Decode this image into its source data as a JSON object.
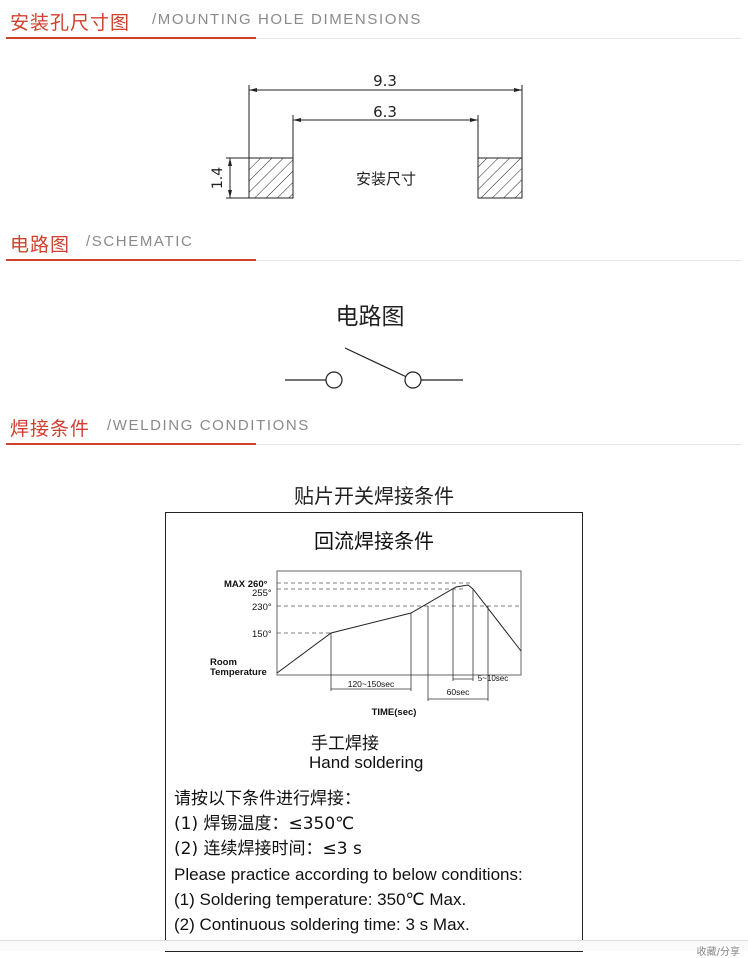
{
  "sections": [
    {
      "title_cn": "安装孔尺寸图",
      "title_en": "/MOUNTING HOLE DIMENSIONS"
    },
    {
      "title_cn": "电路图",
      "title_en": "/SCHEMATIC"
    },
    {
      "title_cn": "焊接条件",
      "title_en": "/WELDING CONDITIONS"
    }
  ],
  "mounting": {
    "dim_outer": "9.3",
    "dim_inner": "6.3",
    "dim_height": "1.4",
    "label": "安装尺寸"
  },
  "schematic": {
    "label": "电路图"
  },
  "welding": {
    "figure_title": "贴片开关焊接条件",
    "box_title": "回流焊接条件",
    "chart": {
      "y_labels": [
        "MAX 260°",
        "255°",
        "230°",
        "150°",
        "Room",
        "Temperature"
      ],
      "x_label": "TIME(sec)",
      "intervals": [
        "120~150sec",
        "60sec",
        "5~10sec"
      ]
    },
    "hand_cn": "手工焊接",
    "hand_en": "Hand soldering",
    "instructions": [
      "请按以下条件进行焊接：",
      "(1) 焊锡温度：≤350℃",
      "(2) 连续焊接时间：≤3 s",
      "Please practice according to below conditions:",
      "(1) Soldering temperature:  350℃ Max.",
      "(2) Continuous soldering time: 3 s Max."
    ]
  },
  "footer": {
    "tag": "收藏/分享"
  }
}
